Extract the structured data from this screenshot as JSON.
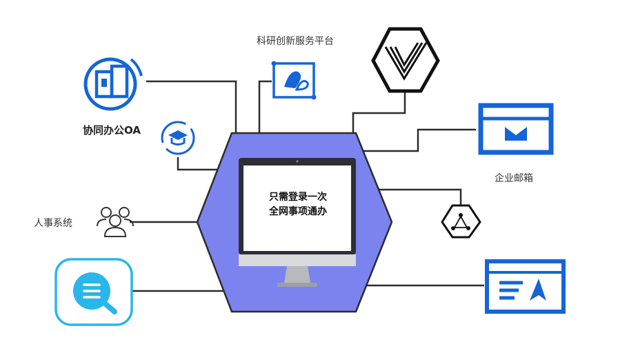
{
  "center": {
    "line1": "只需登录一次",
    "line2": "全网事项通办"
  },
  "labels": {
    "oa": "协同办公OA",
    "research": "科研创新服务平台",
    "hr": "人事系统",
    "mail": "企业邮箱"
  },
  "colors": {
    "hexagon": "#7b83ee",
    "brand_blue": "#1565d8",
    "chat_cyan": "#29b6ea",
    "line": "#2b2b2b"
  }
}
